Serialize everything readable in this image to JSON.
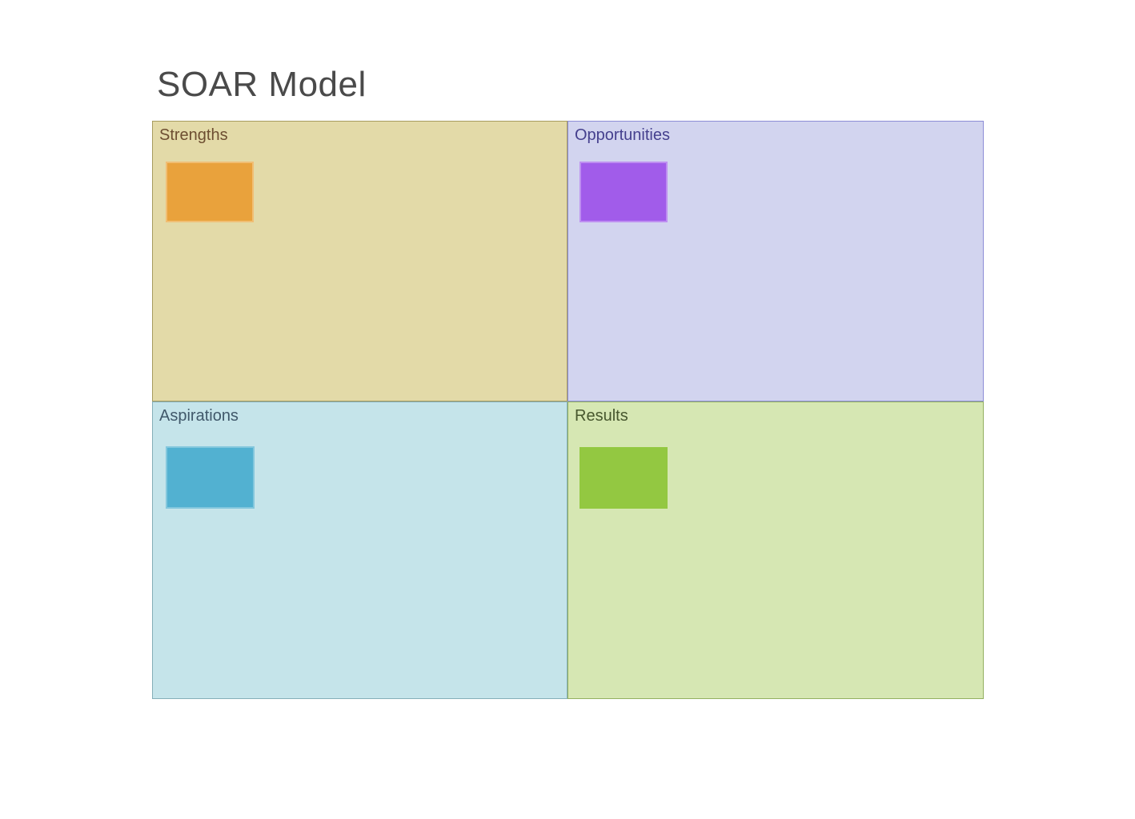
{
  "canvas": {
    "title": "SOAR Model",
    "title_color": "#4A4A4A",
    "background": "#FFFFFF"
  },
  "quadrants": [
    {
      "key": "strengths",
      "label": "Strengths",
      "fill": "#E3DAA8",
      "border": "#A79C5F",
      "label_color": "#6D4E31",
      "shape": {
        "name": "orange-rectangle",
        "fill": "#E9A23C",
        "border": "#F0BE74"
      }
    },
    {
      "key": "opportunities",
      "label": "Opportunities",
      "fill": "#D2D4EF",
      "border": "#8C8CD6",
      "label_color": "#45408E",
      "shape": {
        "name": "purple-rectangle",
        "fill": "#A15CEA",
        "border": "#BE8FF1"
      }
    },
    {
      "key": "aspirations",
      "label": "Aspirations",
      "fill": "#C5E4EA",
      "border": "#85AEB8",
      "label_color": "#40586A",
      "shape": {
        "name": "blue-rectangle",
        "fill": "#52B1D1",
        "border": "#83C7DD"
      }
    },
    {
      "key": "results",
      "label": "Results",
      "fill": "#D6E7B3",
      "border": "#93B060",
      "label_color": "#47572E",
      "shape": {
        "name": "green-rectangle",
        "fill": "#93C841",
        "border": "#93C841"
      }
    }
  ]
}
